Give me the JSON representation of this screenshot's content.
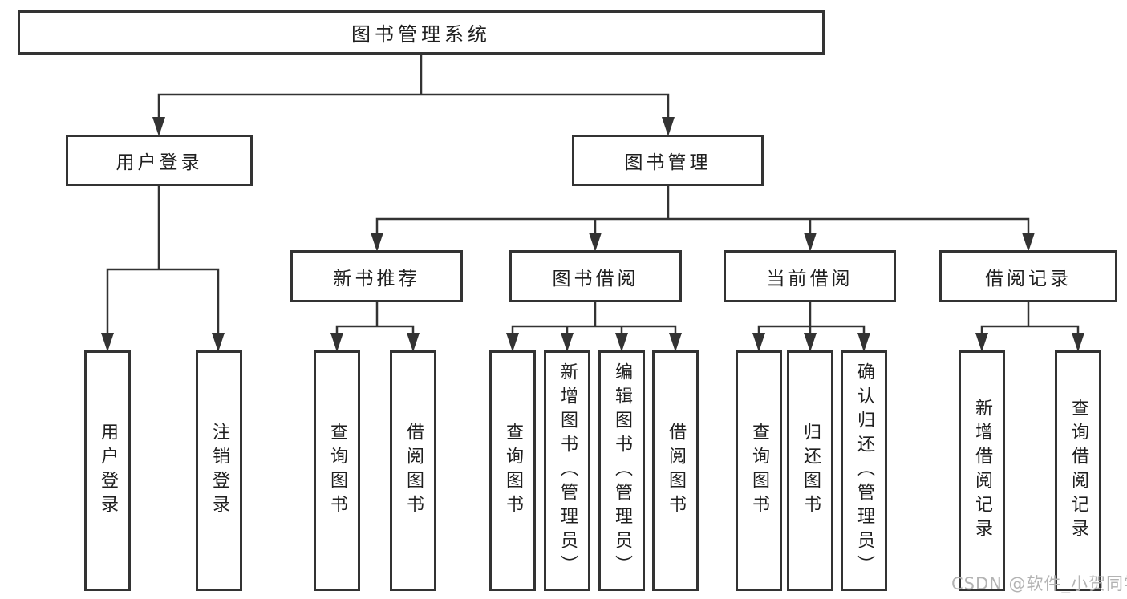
{
  "diagram_type": "hierarchy-tree",
  "nodes": {
    "root": "图书管理系统",
    "user_login": "用户登录",
    "book_management": "图书管理",
    "new_book_recommendation": "新书推荐",
    "book_borrowing": "图书借阅",
    "current_borrowing": "当前借阅",
    "borrowing_records": "借阅记录",
    "leaf_user_login": "用户登录",
    "leaf_logout": "注销登录",
    "leaf_query_books_a": "查询图书",
    "leaf_borrow_books_a": "借阅图书",
    "leaf_query_books_b": "查询图书",
    "leaf_add_book_admin": "新增图书（管理员）",
    "leaf_edit_book_admin": "编辑图书（管理员）",
    "leaf_borrow_books_b": "借阅图书",
    "leaf_query_books_c": "查询图书",
    "leaf_return_books": "归还图书",
    "leaf_confirm_return_admin": "确认归还（管理员）",
    "leaf_add_borrow_record": "新增借阅记录",
    "leaf_query_borrow_record": "查询借阅记录"
  },
  "hierarchy": {
    "图书管理系统": {
      "用户登录": [
        "用户登录",
        "注销登录"
      ],
      "图书管理": {
        "新书推荐": [
          "查询图书",
          "借阅图书"
        ],
        "图书借阅": [
          "查询图书",
          "新增图书（管理员）",
          "编辑图书（管理员）",
          "借阅图书"
        ],
        "当前借阅": [
          "查询图书",
          "归还图书",
          "确认归还（管理员）"
        ],
        "借阅记录": [
          "新增借阅记录",
          "查询借阅记录"
        ]
      }
    }
  },
  "watermark": "CSDN @软件_小贺同学",
  "colors": {
    "line": "#333333",
    "box_border": "#333333",
    "text": "#1f1f1f",
    "watermark": "#b3b3b3",
    "background": "#ffffff"
  }
}
